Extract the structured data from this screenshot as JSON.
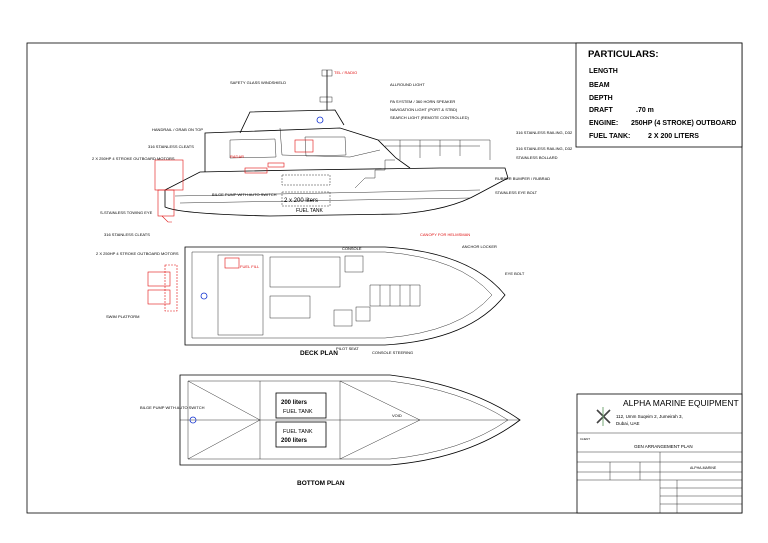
{
  "particulars": {
    "heading": "PARTICULARS:",
    "rows": [
      {
        "label": "LENGTH",
        "value": ""
      },
      {
        "label": "BEAM",
        "value": ""
      },
      {
        "label": "DEPTH",
        "value": ""
      },
      {
        "label": "DRAFT",
        "value": ".70 m"
      },
      {
        "label": "ENGINE:",
        "value": "250HP (4 STROKE) OUTBOARD"
      },
      {
        "label": "FUEL TANK:",
        "value": "2 X 200 LITERS"
      }
    ]
  },
  "title_block": {
    "company": "ALPHA MARINE EQUIPMENT",
    "address_line1": "112, Umm Suqeim 2, Jumeirah 3,",
    "address_line2": "Dubai, UAE",
    "drawing_title": "GEN ARRANGEMENT PLAN",
    "client_label": "CLIENT",
    "drawing_no": "ALPHA-MARINE"
  },
  "views": {
    "deck_plan": "DECK PLAN",
    "bottom_plan": "BOTTOM PLAN"
  },
  "profile_labels": {
    "mast_light": "ALLROUND LIGHT",
    "pa_system": "PA SYSTEM / 360 HORN SPEAKER",
    "nav_light": "NAVIGATION LIGHT (PORT & STBD)",
    "search_light": "SEARCH LIGHT (REMOTE CONTROLLED)",
    "stainless_rail_top": "316 STAINLESS RAILING, D32",
    "stainless_rail_side": "316 STAINLESS RAILING, D32",
    "stainless_bollard": "STAINLESS BOLLARD",
    "rubber_bumper": "RUBBER BUMPER / RUBRAD",
    "stainless_eye": "STAINLESS EYE BOLT",
    "engine": "2 X 250HP 4 STROKE OUTBOARD MOTORS",
    "hand_rail": "HANDRAIL / GRAB ON TOP",
    "cleats": "316 STAINLESS CLEATS",
    "bilge_pump": "BILGE PUMP WITH AUTO SWITCH",
    "fuel_qty": "2 x 200 liters",
    "fuel_tank": "FUEL TANK",
    "cleats_lower": "S-STAINLESS TOWING EYE",
    "safety_glass": "SAFETY GLASS WINDSHIELD",
    "red_top": "TEL / RADIO",
    "red_mid": "RADAR"
  },
  "deck_labels": {
    "cleats": "316 STAINLESS CLEATS",
    "engines": "2 X 250HP 4 STROKE OUTBOARD MOTORS",
    "swim": "SWIM PLATFORM",
    "red_box": "FUEL FILL",
    "red_box2": "CANOPY FOR HELMSMAN",
    "console": "CONSOLE",
    "pilot": "PILOT SEAT",
    "steering": "CONSOLE STEERING",
    "anchor": "ANCHOR LOCKER",
    "eye": "EYE BOLT"
  },
  "bottom_labels": {
    "bilge": "BILGE PUMP WITH AUTO SWITCH",
    "tank1_qty": "200 liters",
    "tank1_name": "FUEL TANK",
    "tank2_name": "FUEL TANK",
    "tank2_qty": "200 liters",
    "void": "VOID"
  }
}
